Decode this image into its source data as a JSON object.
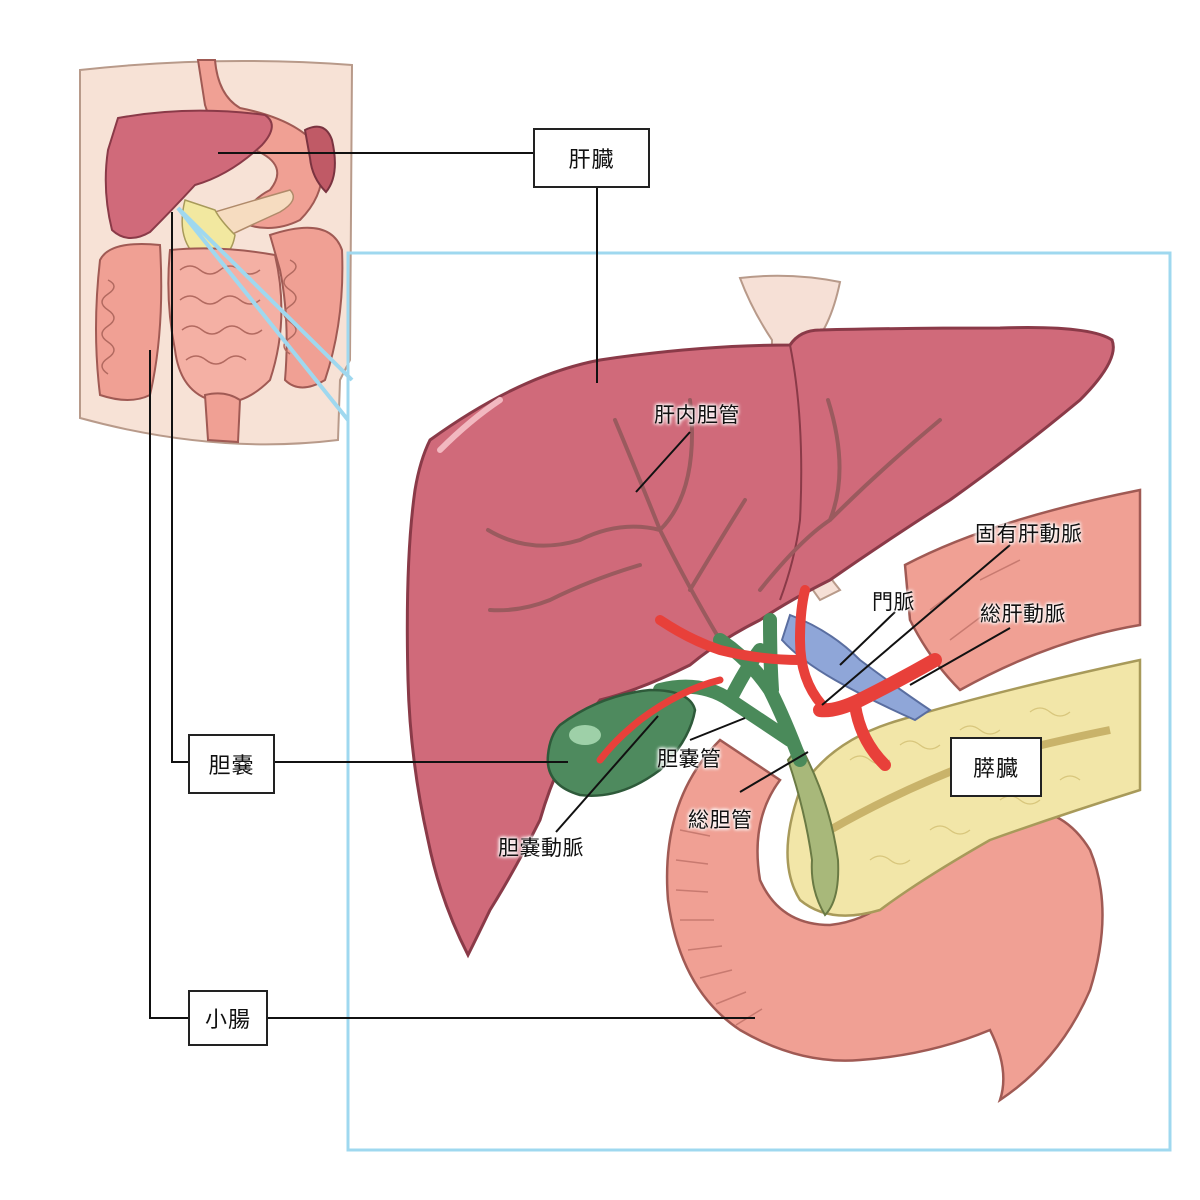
{
  "labels": {
    "liver": "肝臓",
    "gallbladder": "胆嚢",
    "small_intestine": "小腸",
    "pancreas": "膵臓",
    "intrahepatic_bile_duct": "肝内胆管",
    "proper_hepatic_artery": "固有肝動脈",
    "portal_vein": "門脈",
    "common_hepatic_artery": "総肝動脈",
    "cystic_duct": "胆嚢管",
    "common_bile_duct": "総胆管",
    "cystic_artery": "胆嚢動脈"
  },
  "colors": {
    "liver": "#d06a7a",
    "liver_outline": "#8a3a48",
    "bile_duct_intrahepatic": "#9a5a5e",
    "bile_green": "#4a8a5a",
    "artery": "#e8403a",
    "portal_vein": "#8fa6d8",
    "pancreas": "#f2e6a8",
    "intestine": "#f0a094",
    "frame": "#9fd8ef",
    "skin": "#f7e2d6"
  }
}
